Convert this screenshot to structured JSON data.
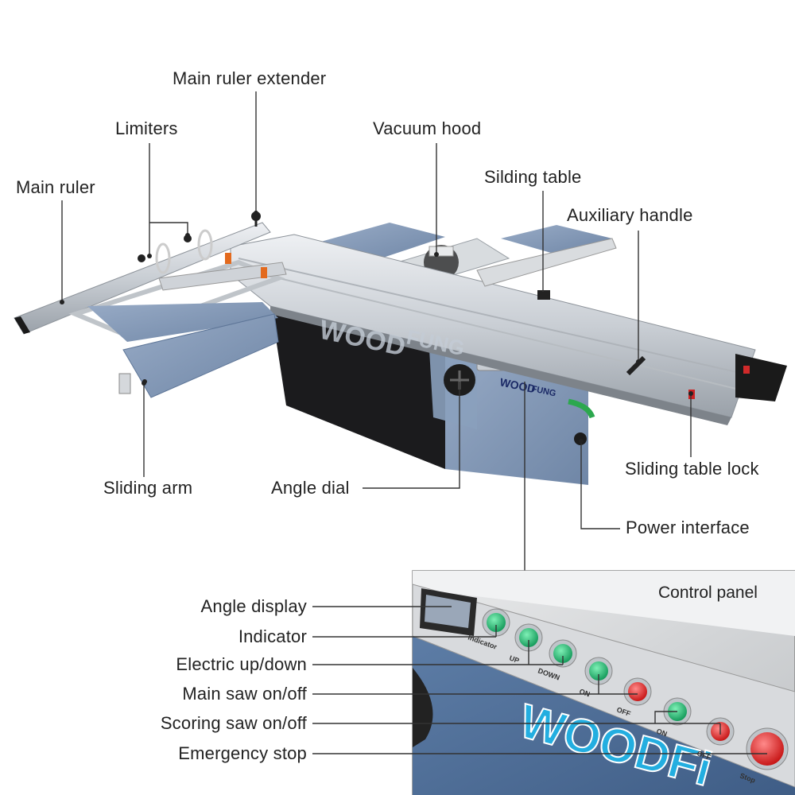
{
  "labels": {
    "main_ruler_extender": "Main ruler extender",
    "limiters": "Limiters",
    "vacuum_hood": "Vacuum hood",
    "main_ruler": "Main ruler",
    "sliding_table": "Silding table",
    "auxiliary_handle": "Auxiliary handle",
    "sliding_arm": "Sliding arm",
    "angle_dial": "Angle dial",
    "sliding_table_lock": "Sliding table lock",
    "power_interface": "Power interface"
  },
  "control_panel": {
    "title": "Control panel",
    "labels": {
      "angle_display": "Angle display",
      "indicator": "Indicator",
      "electric_up_down": "Electric up/down",
      "main_saw_on_off": "Main saw on/off",
      "scoring_saw_on_off": "Scoring saw on/off",
      "emergency_stop": "Emergency stop"
    },
    "button_texts": {
      "indicator": "Indicator",
      "up": "UP",
      "down": "DOWN",
      "on": "ON",
      "off": "OFF",
      "stop": "Stop"
    }
  },
  "brand": {
    "name_main": "WOOD",
    "name_sub": "FUNG",
    "inset_watermark": "WOODFi"
  },
  "colors": {
    "machine_blue": "#7f95b3",
    "rail_silver": "#c9ced4",
    "green_button": "#1eb36b",
    "red_button": "#e52b2b",
    "leader_line": "#333333"
  }
}
